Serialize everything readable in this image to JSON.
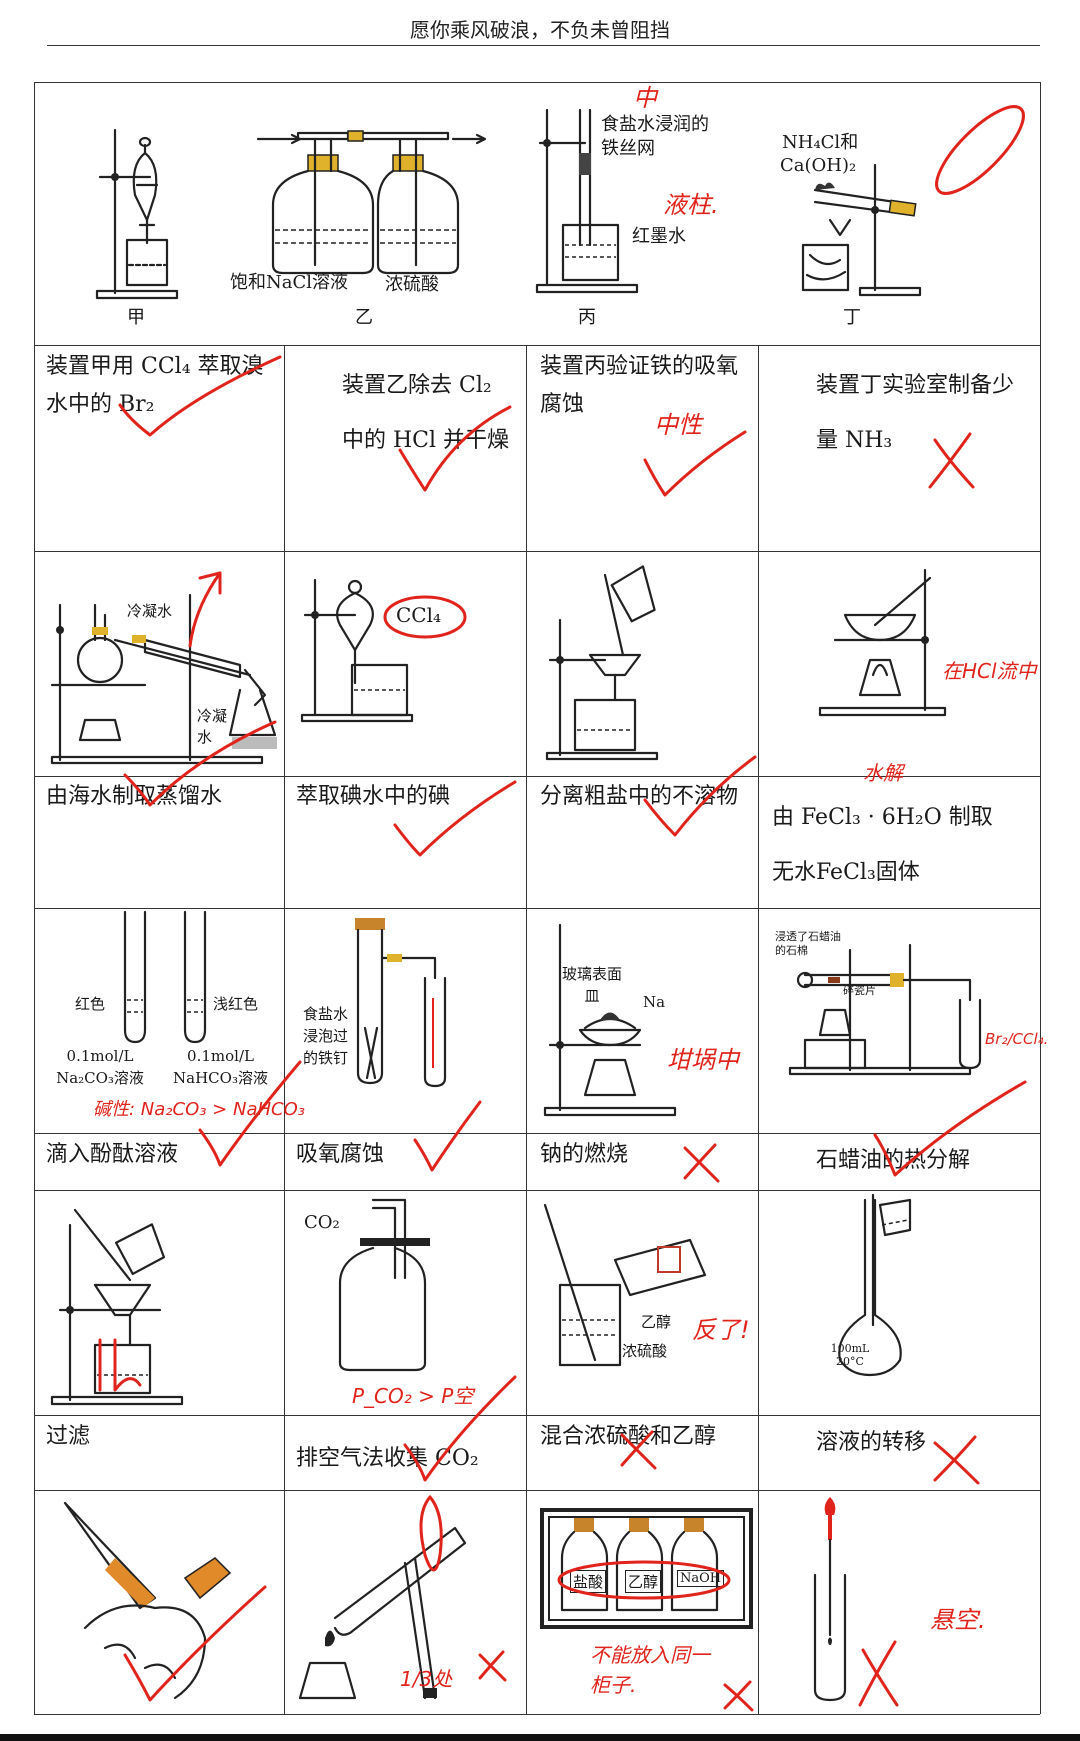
{
  "header": {
    "title": "愿你乘风破浪，不负未曾阻挡"
  },
  "row1": {
    "apparatus_labels": [
      "甲",
      "乙",
      "丙",
      "丁"
    ],
    "bing_labels": {
      "wire": "食盐水浸润的铁丝网",
      "ink": "红墨水"
    },
    "yi_labels": {
      "left": "饱和NaCl溶液",
      "right": "浓硫酸"
    },
    "ding_labels": {
      "reagent_line1": "NH₄Cl和",
      "reagent_line2": "Ca(OH)₂"
    },
    "captions": [
      "装置甲用 CCl₄ 萃取溴水中的 Br₂",
      "装置乙除去 Cl₂ 中的 HCl 并干燥",
      "装置丙验证铁的吸氧腐蚀",
      "装置丁实验室制备少量 NH₃"
    ]
  },
  "row2": {
    "labels": {
      "condense_top": "冷凝水",
      "condense_bottom": "冷凝水",
      "ccl4": "CCl₄"
    },
    "captions": [
      "由海水制取蒸馏水",
      "萃取碘水中的碘",
      "分离粗盐中的不溶物",
      "由 FeCl₃ · 6H₂O 制取无水FeCl₃固体"
    ]
  },
  "row3": {
    "labels": {
      "red": "红色",
      "light_red": "浅红色",
      "na2co3": "0.1mol/L Na₂CO₃溶液",
      "nahco3": "0.1mol/L NaHCO₃溶液",
      "nail": "食盐水浸泡过的铁钉",
      "watch_glass": "玻璃表面皿",
      "na": "Na",
      "paraffin": "浸透了石蜡油的石棉",
      "porcelain": "碎瓷片"
    },
    "captions": [
      "滴入酚酞溶液",
      "吸氧腐蚀",
      "钠的燃烧",
      "石蜡油的热分解"
    ]
  },
  "row4": {
    "labels": {
      "co2": "CO₂",
      "ethanol": "乙醇",
      "sulfuric": "浓硫酸",
      "flask": "100mL 20°C"
    },
    "captions": [
      "过滤",
      "排空气法收集 CO₂",
      "混合浓硫酸和乙醇",
      "溶液的转移"
    ]
  },
  "row5": {
    "labels": {
      "bottles": [
        "盐酸",
        "乙醇",
        "NaOH"
      ]
    }
  },
  "annotations": {
    "bing_middle": "中",
    "bing_column": "液柱.",
    "bing_neutral": "中性",
    "fecl3_hydrolysis": "水解",
    "fecl3_in_hcl": "在HCl流中",
    "na_crucible": "坩埚中",
    "alkalinity": "碱性: Na₂CO₃ > NaHCO₃",
    "paraffin_br": "Br₂/CCl₄.",
    "pressure": "P_CO₂ > P空",
    "reverse": "反了!",
    "tube_third": "1/3处",
    "cabinet": "不能放入同一柜子.",
    "hang": "悬空."
  }
}
